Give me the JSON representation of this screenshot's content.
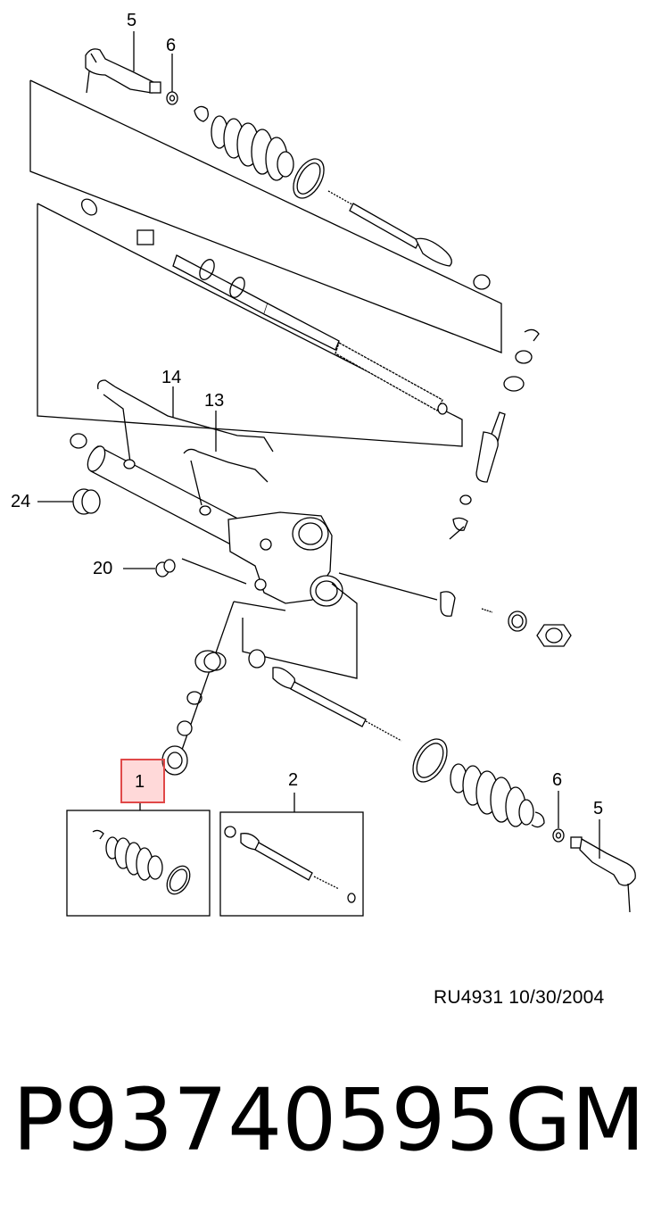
{
  "callouts": {
    "c5_top": "5",
    "c6_top": "6",
    "c14": "14",
    "c13": "13",
    "c24": "24",
    "c20": "20",
    "c1": "1",
    "c2": "2",
    "c6_bottom": "6",
    "c5_bottom": "5"
  },
  "footer": {
    "reference": "RU4931  10/30/2004",
    "part_number": "P93740595",
    "brand": "GM"
  },
  "colors": {
    "line": "#000000",
    "highlight_border": "#e04848",
    "highlight_fill": "#ffd6d6"
  }
}
